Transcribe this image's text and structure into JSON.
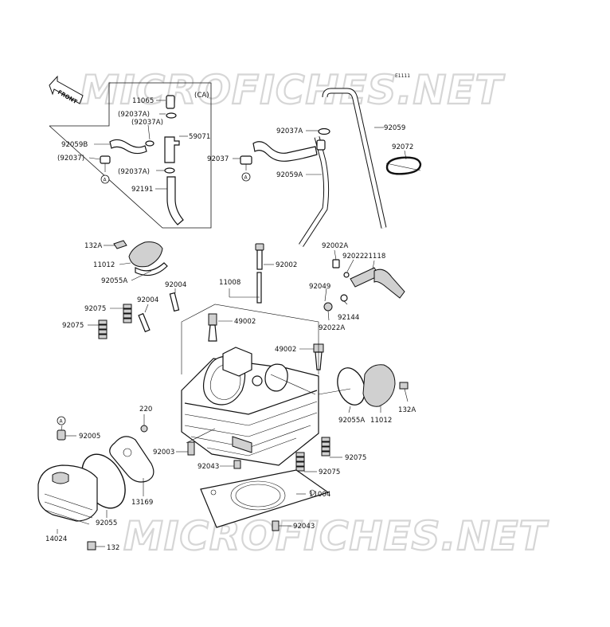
{
  "watermark": {
    "top": "MICROFICHES.NET",
    "bottom": "MICROFICHES.NET"
  },
  "diagram_code": "E1111",
  "front_arrow_label": "FRONT",
  "inset_note": "(CA)",
  "callout_a": "A",
  "labels": {
    "p11065": "11065",
    "p92037A_1": "(92037A)",
    "p92037A_2": "(92037A)",
    "p92059B": "92059B",
    "p59071": "59071",
    "p92037_paren": "(92037)",
    "p92037A_3": "(92037A)",
    "p92191": "92191",
    "p92037A_main": "92037A",
    "p92059": "92059",
    "p92072": "92072",
    "p92037_main": "92037",
    "p92059A": "92059A",
    "p132A_top": "132A",
    "p11012_left": "11012",
    "p92055A_left": "92055A",
    "p92002_top": "92002",
    "p92002A": "92002A",
    "p92022": "92022",
    "p21118": "21118",
    "p92004_a": "92004",
    "p11008": "11008",
    "p92049": "92049",
    "p92004_b": "92004",
    "p92075_a": "92075",
    "p92075_b": "92075",
    "p92144": "92144",
    "p49002_a": "49002",
    "p92022A": "92022A",
    "p49002_b": "49002",
    "p220": "220",
    "p92055A_right": "92055A",
    "p11012_right": "11012",
    "p132A_right": "132A",
    "p92005": "92005",
    "p92003": "92003",
    "p92075_c": "92075",
    "p92043_a": "92043",
    "p92075_d": "92075",
    "p13169": "13169",
    "p11004": "11004",
    "p92055": "92055",
    "p92043_b": "92043",
    "p14024": "14024",
    "p132": "132"
  }
}
